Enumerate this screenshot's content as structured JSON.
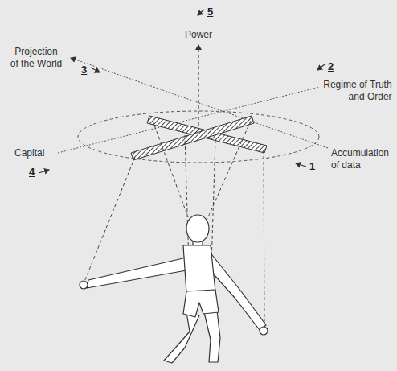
{
  "diagram": {
    "labels": [
      "5",
      "Power",
      "Projection of the World",
      "3",
      "2",
      "Regime of Truth and Order",
      "Capital",
      "4",
      "1",
      "Accumulation of data"
    ]
  }
}
